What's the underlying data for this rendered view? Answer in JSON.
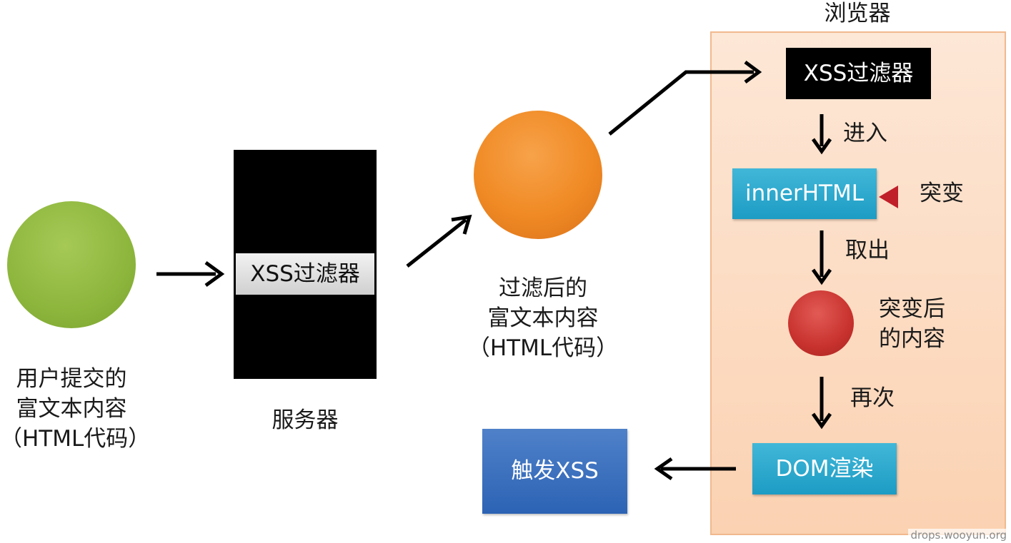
{
  "user_input": {
    "lines": [
      "用户提交的",
      "富文本内容",
      "（HTML代码）"
    ]
  },
  "server": {
    "filter_label": "XSS过滤器",
    "caption": "服务器"
  },
  "filtered_content": {
    "lines": [
      "过滤后的",
      "富文本内容",
      "（HTML代码）"
    ]
  },
  "browser": {
    "title": "浏览器",
    "filter_label": "XSS过滤器",
    "enter_label": "进入",
    "innerhtml_label": "innerHTML",
    "mutation_label": "突变",
    "take_out_label": "取出",
    "mutated_content_lines": [
      "突变后",
      "的内容"
    ],
    "again_label": "再次",
    "dom_render_label": "DOM渲染"
  },
  "trigger": {
    "label": "触发XSS"
  },
  "watermark": "drops.wooyun.org",
  "colors": {
    "user_circle": "#8db63d",
    "filtered_circle": "#f08a24",
    "mutated_circle": "#c8322e",
    "browser_panel": "#fbd2b2",
    "cyan_box": "#1d9cc4",
    "trigger_box": "#2c63b4",
    "mutation_marker": "#c0202a"
  }
}
